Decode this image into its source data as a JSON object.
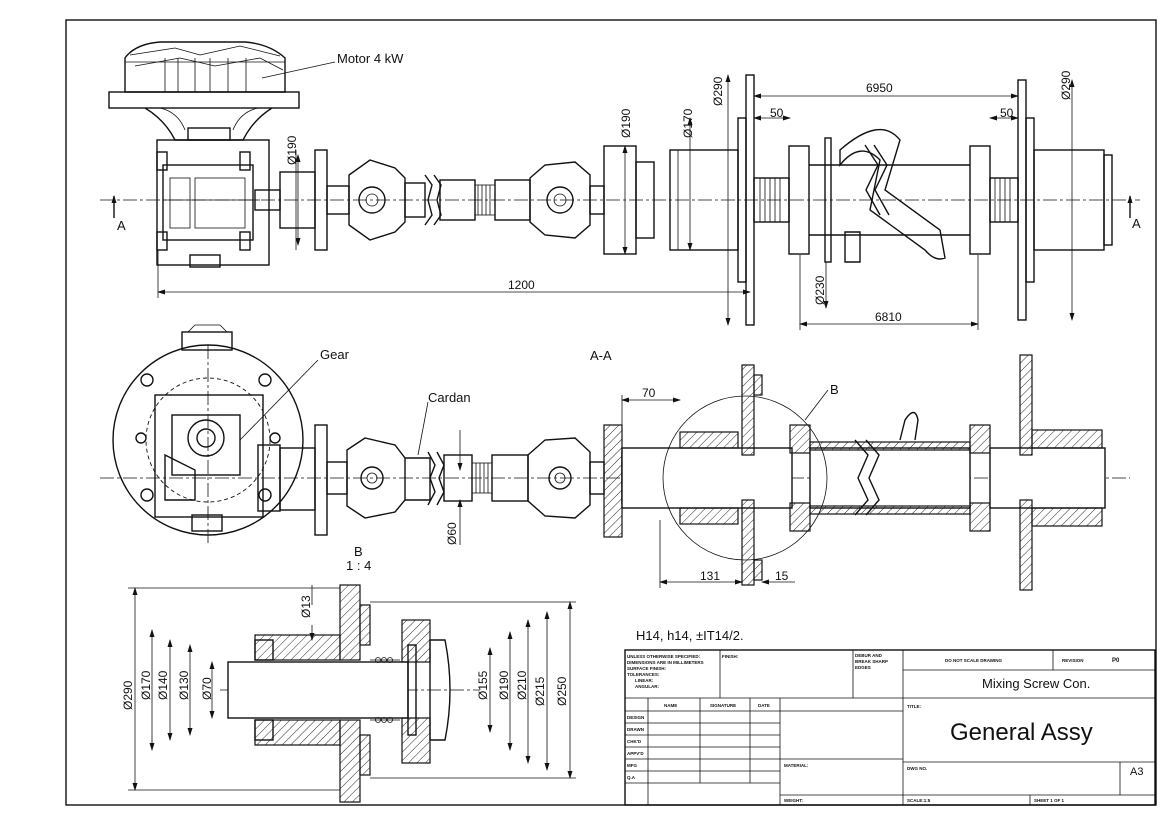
{
  "labels": {
    "motor": "Motor 4 kW",
    "gear": "Gear",
    "cardan": "Cardan",
    "section_aa": "A-A",
    "section_a": "A",
    "detail_b": "B",
    "detail_b_scale": "1 : 4",
    "tolerance_note": "H14, h14, ±IT14/2."
  },
  "dimensions": {
    "d190_motor": "Ø190",
    "d190_flange": "Ø190",
    "d170_flange": "Ø170",
    "d290_left": "Ø290",
    "d290_right": "Ø290",
    "len_6950": "6950",
    "len_50_left": "50",
    "len_50_right": "50",
    "len_1200": "1200",
    "d230": "Ø230",
    "len_6810": "6810",
    "len_70": "70",
    "d60": "Ø60",
    "len_131": "131",
    "len_15": "15",
    "d13": "Ø13",
    "d290_det": "Ø290",
    "d170_det": "Ø170",
    "d140_det": "Ø140",
    "d130_det": "Ø130",
    "d70_det": "Ø70",
    "d155_det": "Ø155",
    "d190_det": "Ø190",
    "d210_det": "Ø210",
    "d215_det": "Ø215",
    "d250_det": "Ø250"
  },
  "title_block": {
    "general_notes": [
      "UNLESS OTHERWISE SPECIFIED:",
      "DIMENSIONS ARE IN MILLIMETERS",
      "SURFACE FINISH:",
      "TOLERANCES:",
      "LINEAR:",
      "ANGULAR:"
    ],
    "finish": "FINISH:",
    "deburr": [
      "DEBUR AND",
      "BREAK SHARP",
      "EDGES"
    ],
    "do_not_scale": "DO NOT SCALE DRAWING",
    "revision_label": "REVISION",
    "revision_value": "P0",
    "col_name": "NAME",
    "col_signature": "SIGNATURE",
    "col_date": "DATE",
    "rows": [
      "DESIGN",
      "DRAWN",
      "CHK'D",
      "APPV'D",
      "MFG",
      "Q.A"
    ],
    "title_label": "TITLE:",
    "project": "Mixing Screw Con.",
    "title": "General Assy",
    "material_label": "MATERIAL:",
    "weight_label": "WEIGHT:",
    "dwg_no_label": "DWG NO.",
    "sheet_size": "A3",
    "scale": "SCALE:1:5",
    "sheet": "SHEET 1 OF 1"
  }
}
